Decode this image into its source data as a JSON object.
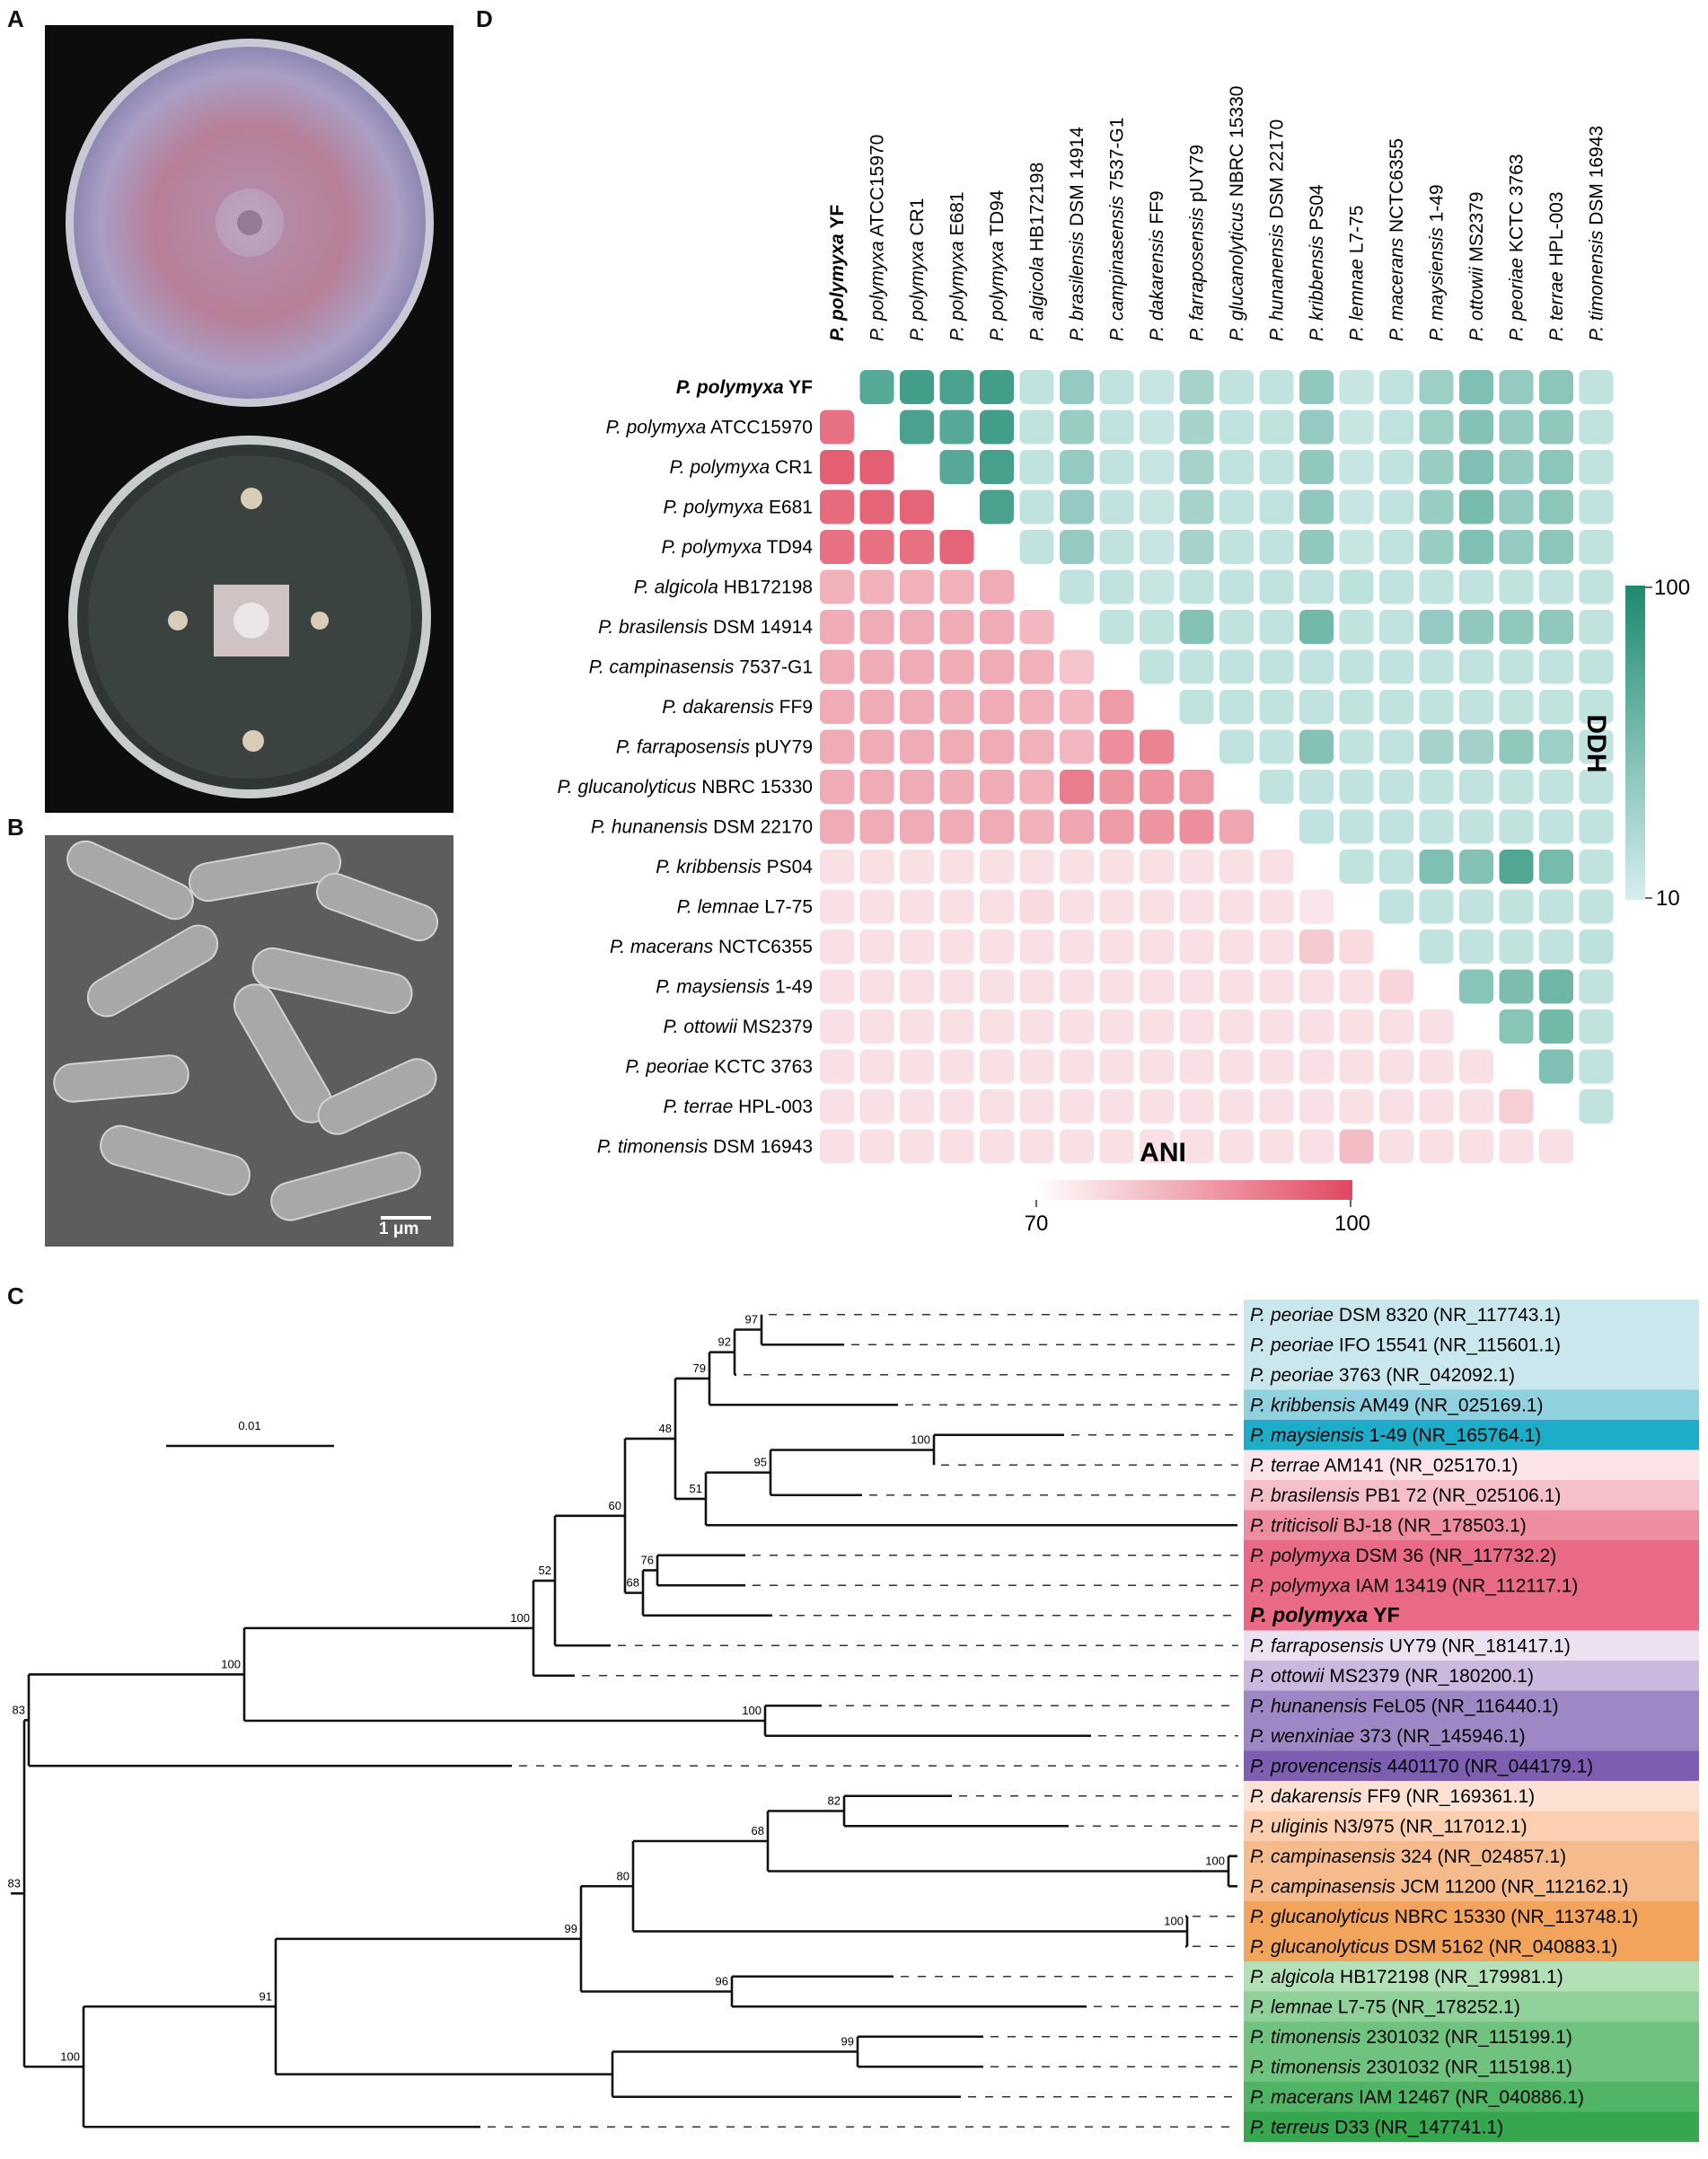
{
  "panel_labels": {
    "a": "A",
    "b": "B",
    "c": "C",
    "d": "D"
  },
  "sem_scale_label": "1 μm",
  "heatmap": {
    "species": [
      {
        "genus": "P.",
        "epithet": "polymyxa",
        "strain": "YF",
        "bold": true
      },
      {
        "genus": "P.",
        "epithet": "polymyxa",
        "strain": "ATCC15970"
      },
      {
        "genus": "P.",
        "epithet": "polymyxa",
        "strain": "CR1"
      },
      {
        "genus": "P.",
        "epithet": "polymyxa",
        "strain": "E681"
      },
      {
        "genus": "P.",
        "epithet": "polymyxa",
        "strain": "TD94"
      },
      {
        "genus": "P.",
        "epithet": "algicola",
        "strain": "HB172198"
      },
      {
        "genus": "P.",
        "epithet": "brasilensis",
        "strain": "DSM 14914"
      },
      {
        "genus": "P.",
        "epithet": "campinasensis",
        "strain": "7537-G1"
      },
      {
        "genus": "P.",
        "epithet": "dakarensis",
        "strain": "FF9"
      },
      {
        "genus": "P.",
        "epithet": "farraposensis",
        "strain": "pUY79"
      },
      {
        "genus": "P.",
        "epithet": "glucanolyticus",
        "strain": "NBRC 15330"
      },
      {
        "genus": "P.",
        "epithet": "hunanensis",
        "strain": "DSM 22170"
      },
      {
        "genus": "P.",
        "epithet": "kribbensis",
        "strain": "PS04"
      },
      {
        "genus": "P.",
        "epithet": "lemnae",
        "strain": "L7-75"
      },
      {
        "genus": "P.",
        "epithet": "macerans",
        "strain": "NCTC6355"
      },
      {
        "genus": "P.",
        "epithet": "maysiensis",
        "strain": "1-49"
      },
      {
        "genus": "P.",
        "epithet": "ottowii",
        "strain": "MS2379"
      },
      {
        "genus": "P.",
        "epithet": "peoriae",
        "strain": "KCTC 3763"
      },
      {
        "genus": "P.",
        "epithet": "terrae",
        "strain": "HPL-003"
      },
      {
        "genus": "P.",
        "epithet": "timonensis",
        "strain": "DSM 16943"
      }
    ],
    "ddh_legend": {
      "title": "DDH",
      "max_label": "100",
      "min_label": "10",
      "min": 10,
      "max": 100,
      "color_low": "#d6eeee",
      "color_high": "#1d8a6f"
    },
    "ani_legend": {
      "title": "ANI",
      "min_label": "70",
      "max_label": "100",
      "min": 70,
      "max": 100,
      "color_low": "#ffffff",
      "color_high": "#e0485e"
    }
  },
  "chart_data": {
    "type": "heatmap",
    "upper_triangle_metric": "DDH",
    "lower_triangle_metric": "ANI",
    "ddh_upper": [
      [
        null,
        72,
        82,
        78,
        82,
        20,
        42,
        20,
        18,
        34,
        20,
        20,
        44,
        18,
        20,
        38,
        52,
        42,
        46,
        20
      ],
      [
        null,
        null,
        78,
        72,
        82,
        20,
        40,
        20,
        18,
        34,
        20,
        20,
        42,
        18,
        20,
        38,
        50,
        42,
        44,
        20
      ],
      [
        null,
        null,
        null,
        72,
        80,
        20,
        42,
        20,
        18,
        34,
        20,
        20,
        44,
        18,
        20,
        40,
        52,
        42,
        46,
        20
      ],
      [
        null,
        null,
        null,
        null,
        78,
        20,
        42,
        20,
        18,
        34,
        20,
        20,
        44,
        18,
        20,
        40,
        56,
        42,
        46,
        20
      ],
      [
        null,
        null,
        null,
        null,
        null,
        20,
        42,
        20,
        18,
        34,
        20,
        20,
        44,
        18,
        20,
        40,
        52,
        42,
        46,
        20
      ],
      [
        null,
        null,
        null,
        null,
        null,
        null,
        20,
        20,
        18,
        20,
        20,
        20,
        20,
        22,
        20,
        20,
        20,
        20,
        20,
        20
      ],
      [
        null,
        null,
        null,
        null,
        null,
        null,
        null,
        20,
        20,
        50,
        20,
        20,
        58,
        20,
        20,
        42,
        44,
        44,
        44,
        20
      ],
      [
        null,
        null,
        null,
        null,
        null,
        null,
        null,
        null,
        20,
        20,
        20,
        20,
        20,
        20,
        20,
        20,
        20,
        20,
        20,
        20
      ],
      [
        null,
        null,
        null,
        null,
        null,
        null,
        null,
        null,
        null,
        20,
        20,
        20,
        20,
        20,
        20,
        20,
        20,
        20,
        20,
        20
      ],
      [
        null,
        null,
        null,
        null,
        null,
        null,
        null,
        null,
        null,
        null,
        20,
        20,
        50,
        20,
        20,
        34,
        36,
        44,
        38,
        20
      ],
      [
        null,
        null,
        null,
        null,
        null,
        null,
        null,
        null,
        null,
        null,
        null,
        20,
        20,
        20,
        20,
        20,
        20,
        20,
        20,
        20
      ],
      [
        null,
        null,
        null,
        null,
        null,
        null,
        null,
        null,
        null,
        null,
        null,
        null,
        20,
        20,
        20,
        20,
        20,
        20,
        20,
        20
      ],
      [
        null,
        null,
        null,
        null,
        null,
        null,
        null,
        null,
        null,
        null,
        null,
        null,
        null,
        20,
        20,
        52,
        50,
        74,
        56,
        20
      ],
      [
        null,
        null,
        null,
        null,
        null,
        null,
        null,
        null,
        null,
        null,
        null,
        null,
        null,
        null,
        20,
        20,
        20,
        20,
        20,
        20
      ],
      [
        null,
        null,
        null,
        null,
        null,
        null,
        null,
        null,
        null,
        null,
        null,
        null,
        null,
        null,
        null,
        20,
        20,
        20,
        20,
        22
      ],
      [
        null,
        null,
        null,
        null,
        null,
        null,
        null,
        null,
        null,
        null,
        null,
        null,
        null,
        null,
        null,
        null,
        48,
        54,
        60,
        20
      ],
      [
        null,
        null,
        null,
        null,
        null,
        null,
        null,
        null,
        null,
        null,
        null,
        null,
        null,
        null,
        null,
        null,
        null,
        48,
        58,
        20
      ],
      [
        null,
        null,
        null,
        null,
        null,
        null,
        null,
        null,
        null,
        null,
        null,
        null,
        null,
        null,
        null,
        null,
        null,
        null,
        52,
        20
      ],
      [
        null,
        null,
        null,
        null,
        null,
        null,
        null,
        null,
        null,
        null,
        null,
        null,
        null,
        null,
        null,
        null,
        null,
        null,
        null,
        20
      ],
      [
        null,
        null,
        null,
        null,
        null,
        null,
        null,
        null,
        null,
        null,
        null,
        null,
        null,
        null,
        null,
        null,
        null,
        null,
        null,
        null
      ]
    ],
    "ani_lower": [
      [],
      [
        93
      ],
      [
        96,
        96
      ],
      [
        94,
        95,
        95
      ],
      [
        93,
        93,
        93,
        95
      ],
      [
        82,
        82,
        82,
        82,
        83
      ],
      [
        83,
        83,
        83,
        83,
        83,
        81
      ],
      [
        83,
        83,
        83,
        83,
        83,
        82,
        79
      ],
      [
        83,
        83,
        83,
        83,
        83,
        82,
        81,
        86
      ],
      [
        83,
        83,
        83,
        83,
        83,
        82,
        81,
        88,
        90
      ],
      [
        83,
        83,
        83,
        83,
        83,
        82,
        91,
        87,
        87,
        86
      ],
      [
        83,
        83,
        83,
        83,
        83,
        82,
        84,
        86,
        87,
        88,
        84
      ],
      [
        74,
        74,
        74,
        74,
        74,
        74,
        74,
        74,
        74,
        74,
        74,
        74
      ],
      [
        74,
        74,
        74,
        74,
        74,
        75,
        74,
        74,
        74,
        74,
        74,
        74,
        73
      ],
      [
        74,
        74,
        74,
        74,
        74,
        74,
        74,
        74,
        74,
        74,
        74,
        74,
        78,
        75
      ],
      [
        74,
        74,
        74,
        74,
        74,
        74,
        74,
        74,
        74,
        74,
        74,
        74,
        74,
        74,
        76
      ],
      [
        74,
        74,
        74,
        74,
        74,
        74,
        74,
        74,
        74,
        74,
        74,
        74,
        74,
        74,
        74,
        74
      ],
      [
        74,
        74,
        74,
        74,
        74,
        74,
        74,
        74,
        74,
        74,
        74,
        74,
        74,
        74,
        74,
        74,
        74
      ],
      [
        74,
        74,
        74,
        74,
        74,
        74,
        74,
        74,
        74,
        74,
        74,
        74,
        74,
        74,
        74,
        74,
        74,
        77
      ],
      [
        74,
        74,
        74,
        74,
        74,
        74,
        74,
        74,
        74,
        74,
        74,
        74,
        74,
        80,
        74,
        74,
        74,
        74,
        74
      ]
    ]
  },
  "tree": {
    "scale_label": "0.01",
    "leaves": [
      {
        "epithet": "peoriae",
        "rest": "DSM 8320 (NR_117743.1)",
        "bg": "#c9e7ed"
      },
      {
        "epithet": "peoriae",
        "rest": "IFO 15541 (NR_115601.1)",
        "bg": "#c9e7ed"
      },
      {
        "epithet": "peoriae",
        "rest": "3763 (NR_042092.1)",
        "bg": "#c9e7ed"
      },
      {
        "epithet": "kribbensis",
        "rest": "AM49 (NR_025169.1)",
        "bg": "#8fd1df"
      },
      {
        "epithet": "maysiensis",
        "rest": "1-49 (NR_165764.1)",
        "bg": "#1eadc9"
      },
      {
        "epithet": "terrae",
        "rest": "AM141 (NR_025170.1)",
        "bg": "#fbe3e8"
      },
      {
        "epithet": "brasilensis",
        "rest": "PB1 72 (NR_025106.1)",
        "bg": "#f6c0cb"
      },
      {
        "epithet": "triticisoli",
        "rest": "BJ-18 (NR_178503.1)",
        "bg": "#ee8da0"
      },
      {
        "epithet": "polymyxa",
        "rest": "DSM 36 (NR_117732.2)",
        "bg": "#e96a84"
      },
      {
        "epithet": "polymyxa",
        "rest": "IAM 13419 (NR_112117.1)",
        "bg": "#e96a84"
      },
      {
        "epithet": "polymyxa",
        "rest": "YF",
        "bg": "#e96a84",
        "bold": true
      },
      {
        "epithet": "farraposensis",
        "rest": "UY79 (NR_181417.1)",
        "bg": "#ece1f0"
      },
      {
        "epithet": "ottowii",
        "rest": "MS2379 (NR_180200.1)",
        "bg": "#cab8de"
      },
      {
        "epithet": "hunanensis",
        "rest": "FeL05 (NR_116440.1)",
        "bg": "#9e87c5"
      },
      {
        "epithet": "wenxiniae",
        "rest": "373 (NR_145946.1)",
        "bg": "#9e87c5"
      },
      {
        "epithet": "provencensis",
        "rest": "4401170 (NR_044179.1)",
        "bg": "#7d5eb3"
      },
      {
        "epithet": "dakarensis",
        "rest": "FF9 (NR_169361.1)",
        "bg": "#fde1d2"
      },
      {
        "epithet": "uliginis",
        "rest": "N3/975 (NR_117012.1)",
        "bg": "#fbcfaf"
      },
      {
        "epithet": "campinasensis",
        "rest": "324 (NR_024857.1)",
        "bg": "#f6bb8d"
      },
      {
        "epithet": "campinasensis",
        "rest": "JCM 11200 (NR_112162.1)",
        "bg": "#f6bb8d"
      },
      {
        "epithet": "glucanolyticus",
        "rest": "NBRC 15330 (NR_113748.1)",
        "bg": "#f2a45c"
      },
      {
        "epithet": "glucanolyticus",
        "rest": "DSM 5162 (NR_040883.1)",
        "bg": "#f2a45c"
      },
      {
        "epithet": "algicola",
        "rest": "HB172198 (NR_179981.1)",
        "bg": "#b4e0b8"
      },
      {
        "epithet": "lemnae",
        "rest": "L7-75 (NR_178252.1)",
        "bg": "#8fd198"
      },
      {
        "epithet": "timonensis",
        "rest": "2301032 (NR_115199.1)",
        "bg": "#6fc37e"
      },
      {
        "epithet": "timonensis",
        "rest": "2301032  (NR_115198.1)",
        "bg": "#6fc37e"
      },
      {
        "epithet": "macerans",
        "rest": "IAM 12467 (NR_040886.1)",
        "bg": "#4fb463"
      },
      {
        "epithet": "terreus",
        "rest": "D33 (NR_147741.1)",
        "bg": "#37a74f"
      }
    ],
    "bootstrap": [
      "97",
      "92",
      "79",
      "48",
      "100",
      "95",
      "51",
      "60",
      "76",
      "68",
      "52",
      "100",
      "100",
      "100",
      "83",
      "82",
      "68",
      "100",
      "80",
      "100",
      "99",
      "96",
      "91",
      "99",
      "100",
      "83"
    ]
  }
}
